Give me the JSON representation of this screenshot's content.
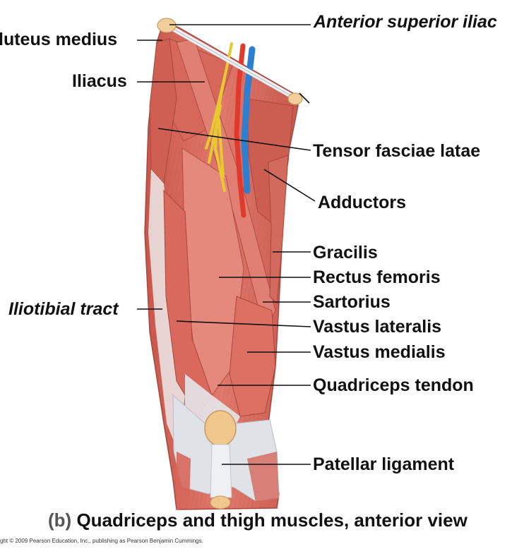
{
  "labels": {
    "anterior_superior_iliac": "Anterior superior iliac",
    "gluteus_medius": "luteus medius",
    "iliacus": "Iliacus",
    "tensor_fasciae_latae": "Tensor fasciae latae",
    "adductors": "Adductors",
    "gracilis": "Gracilis",
    "rectus_femoris": "Rectus femoris",
    "iliotibial_tract": "Iliotibial tract",
    "sartorius": "Sartorius",
    "vastus_lateralis": "Vastus lateralis",
    "vastus_medialis": "Vastus medialis",
    "quadriceps_tendon": "Quadriceps tendon",
    "patellar_ligament": "Patellar ligament"
  },
  "caption": {
    "tag": "(b)",
    "text": "Quadriceps and thigh muscles, anterior view"
  },
  "copyright": "ght © 2009 Pearson Education, Inc., publishing as Pearson Benjamin Cummings.",
  "colors": {
    "muscle": "#d9675a",
    "muscle_dark": "#b94a40",
    "tendon": "#dcdfe4",
    "bone": "#f2cf9a",
    "nerve": "#f2d84a",
    "artery": "#e03a2e",
    "vein": "#2f7fd0",
    "leader_line": "#111111"
  }
}
